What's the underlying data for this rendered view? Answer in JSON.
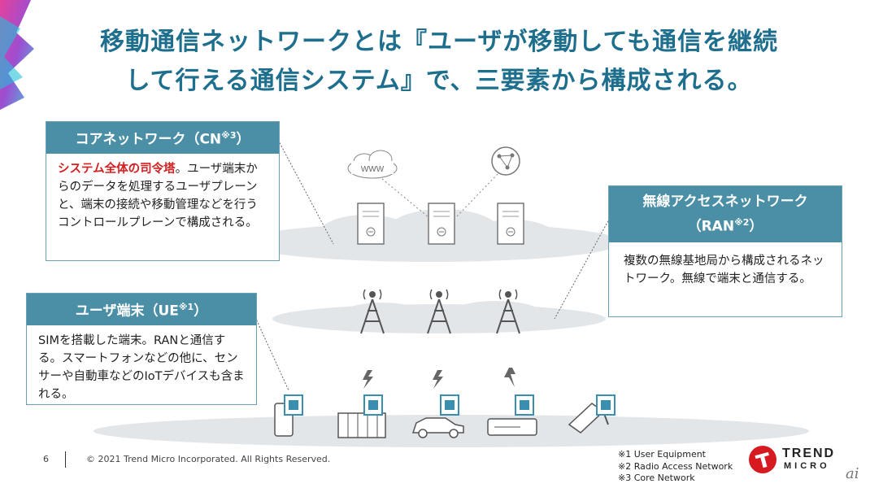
{
  "title": {
    "line1": "移動通信ネットワークとは『ユーザが移動しても通信を継続",
    "line2": "して行える通信システム』で、三要素から構成される。"
  },
  "cn_box": {
    "heading": "コアネットワーク（CN",
    "heading_sup": "※3",
    "heading_close": "）",
    "highlight": "システム全体の司令塔",
    "text": "。ユーザ端末からのデータを処理するユーザプレーンと、端末の接続や移動管理などを行うコントロールプレーンで構成される。"
  },
  "ran_box": {
    "heading_line1": "無線アクセスネットワーク",
    "heading_line2": "（RAN",
    "heading_sup": "※2",
    "heading_close": "）",
    "text": "複数の無線基地局から構成されるネットワーク。無線で端末と通信する。"
  },
  "ue_box": {
    "heading": "ユーザ端末（UE",
    "heading_sup": "※1",
    "heading_close": "）",
    "text": "SIMを搭載した端末。RANと通信する。スマートフォンなどの他に、センサーや自動車などのIoTデバイスも含まれる。"
  },
  "diagram": {
    "www_label": "WWW"
  },
  "footer": {
    "page_number": "6",
    "copyright": "© 2021 Trend Micro Incorporated. All Rights Reserved."
  },
  "notes": [
    "※1 User Equipment",
    "※2 Radio Access Network",
    "※3 Core Network"
  ],
  "logo": {
    "line1": "TREND",
    "line2": "MICRO"
  },
  "watermark": "ai",
  "colors": {
    "title": "#1e6f8e",
    "box_header": "#4b8fa6",
    "highlight": "#d32020",
    "logo_red": "#d71920"
  }
}
